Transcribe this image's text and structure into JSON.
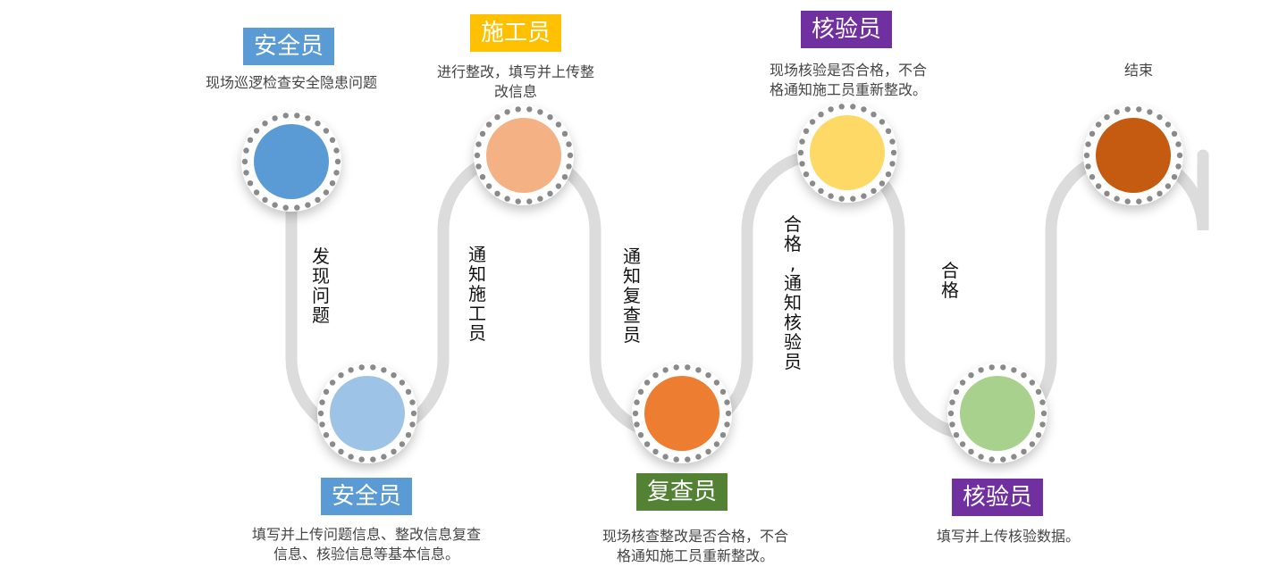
{
  "colors": {
    "track": "#dcdcdc",
    "dot": "#8a8a8a",
    "safety": "#5b9bd5",
    "safety_tag": "#5b9bd5",
    "safety_light": "#9dc3e6",
    "worker_tag": "#ffc000",
    "worker": "#f4b183",
    "inspector_tag": "#7030a0",
    "inspector": "#ffd966",
    "reviewer_tag": "#548235",
    "reviewer": "#ed7d31",
    "verifier_green": "#a9d18e",
    "end": "#c55a11"
  },
  "stages": [
    {
      "role": "安全员",
      "desc_lines": [
        "现场巡逻检查安全隐患问题"
      ]
    },
    {
      "role": "安全员",
      "desc_lines": [
        "填写并上传问题信息、整改信息复查",
        "信息、核验信息等基本信息。"
      ]
    },
    {
      "role": "施工员",
      "desc_lines": [
        "进行整改，填写并上传整",
        "改信息"
      ]
    },
    {
      "role": "复查员",
      "desc_lines": [
        "现场核查整改是否合格，不合",
        "格通知施工员重新整改。"
      ]
    },
    {
      "role": "核验员",
      "desc_lines": [
        "现场核验是否合格，不合",
        "格通知施工员重新整改。"
      ]
    },
    {
      "role": "核验员",
      "desc_lines": [
        "填写并上传核验数据。"
      ]
    },
    {
      "role": "",
      "desc_lines": [
        "结束"
      ]
    }
  ],
  "connectors": [
    {
      "label": "发现问题"
    },
    {
      "label": "通知施工员"
    },
    {
      "label": "通知复查员"
    },
    {
      "label": "合格,通知核验员"
    },
    {
      "label": "合格"
    }
  ]
}
